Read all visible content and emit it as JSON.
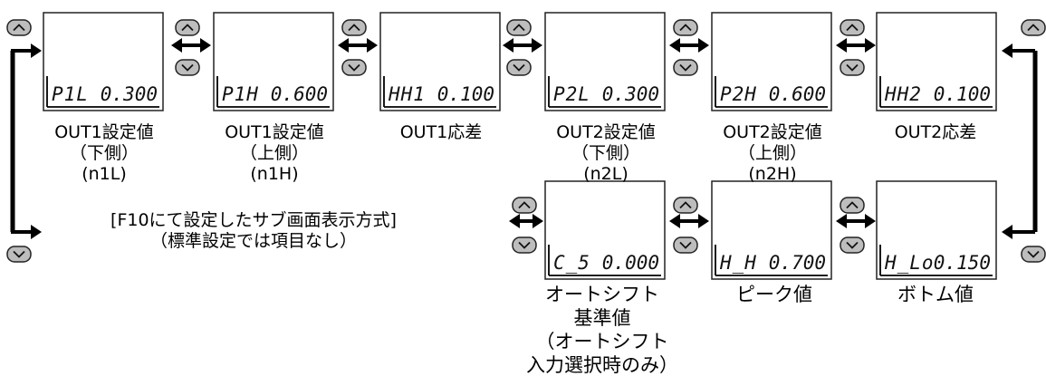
{
  "displays": [
    {
      "code": "P1L",
      "value": "0.300"
    },
    {
      "code": "P1H",
      "value": "0.600"
    },
    {
      "code": "HH1",
      "value": "0.100"
    },
    {
      "code": "P2L",
      "value": "0.300"
    },
    {
      "code": "P2H",
      "value": "0.600"
    },
    {
      "code": "HH2",
      "value": "0.100"
    },
    {
      "code": "C_5",
      "value": "0.000"
    },
    {
      "code": "H_H",
      "value": "0.700"
    },
    {
      "code": "H_Lo",
      "value": "0.150"
    }
  ],
  "labels": {
    "d1": [
      "OUT1設定値",
      "（下側）",
      "(n1L)"
    ],
    "d2": [
      "OUT1設定値",
      "（上側）",
      "(n1H)"
    ],
    "d3": [
      "OUT1応差"
    ],
    "d4": [
      "OUT2設定値",
      "（下側）",
      "(n2L)"
    ],
    "d5": [
      "OUT2設定値",
      "（上側）",
      "(n2H)"
    ],
    "d6": [
      "OUT2応差"
    ],
    "d7": [
      "オートシフト",
      "基準値",
      "（オートシフト",
      "入力選択時のみ）"
    ],
    "d8": [
      "ピーク値"
    ],
    "d9": [
      "ボトム値"
    ]
  },
  "note": {
    "line1": "[F10にて設定したサブ画面表示方式]",
    "line2": "（標準設定では項目なし）"
  }
}
